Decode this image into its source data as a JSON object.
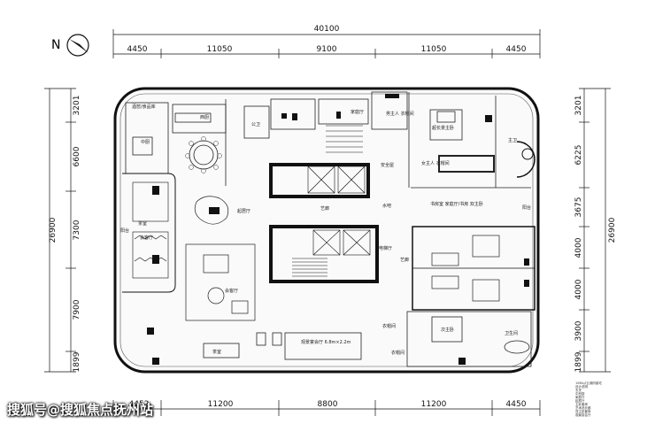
{
  "compass": {
    "letter": "N"
  },
  "dimensions": {
    "top_total": "40100",
    "top_segments": [
      "4450",
      "11050",
      "9100",
      "11050",
      "4450"
    ],
    "bottom_segments": [
      "4452",
      "11200",
      "8800",
      "11200",
      "4450"
    ],
    "left_total": "26900",
    "left_segments": [
      "3201",
      "6600",
      "7300",
      "7900",
      "1899"
    ],
    "right_total": "26900",
    "right_segments": [
      "3201",
      "6225",
      "3675",
      "4000",
      "4000",
      "3900",
      "1899"
    ]
  },
  "rooms": {
    "r1": "酒窖/食品库",
    "r2": "西厨",
    "r3": "中厨",
    "r4": "公卫",
    "r5": "家庭厅",
    "r6": "男主人\n衣帽间",
    "r7": "超长景主卧",
    "r8": "主卫",
    "r9": "安全屋",
    "r10": "女主人\n衣帽间",
    "r11": "起居厅",
    "r12": "艺廊",
    "r13": "水吧",
    "r14": "茶室",
    "r15": "书房室\n家庭厅/书房\n双主卧",
    "r16": "阳台",
    "r17": "会客厅",
    "r18": "阳台",
    "r19": "会客厅",
    "r20": "艺廊",
    "r21": "次主卧",
    "r22": "卫生间",
    "r23": "衣帽间",
    "r24": "观景宴会厅\n6.8m×2.2m",
    "r25": "茶室",
    "r26": "衣帽间",
    "r27": "电梯厅"
  },
  "legend_lines": [
    "1980㎡云湖府豪宅",
    "设计说明",
    "玄关",
    "中西厨",
    "家庭厅",
    "起居厅",
    "主卧套房",
    "艺术品长廊",
    "双主卧套房",
    "观景宴会厅"
  ],
  "watermark": "搜狐号@搜狐焦点抚州站"
}
